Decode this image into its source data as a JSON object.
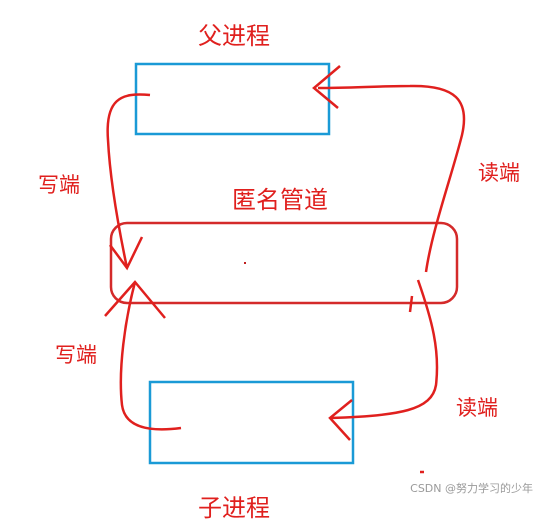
{
  "labels": {
    "parent_process": "父进程",
    "child_process": "子进程",
    "pipe": "匿名管道",
    "write_end_top": "写端",
    "write_end_bottom": "写端",
    "read_end_top": "读端",
    "read_end_bottom": "读端"
  },
  "watermark": "CSDN @努力学习的少年",
  "colors": {
    "ink_red": "#e0201e",
    "box_blue": "#1a9ad6",
    "pipe_red": "#d42a2a"
  }
}
